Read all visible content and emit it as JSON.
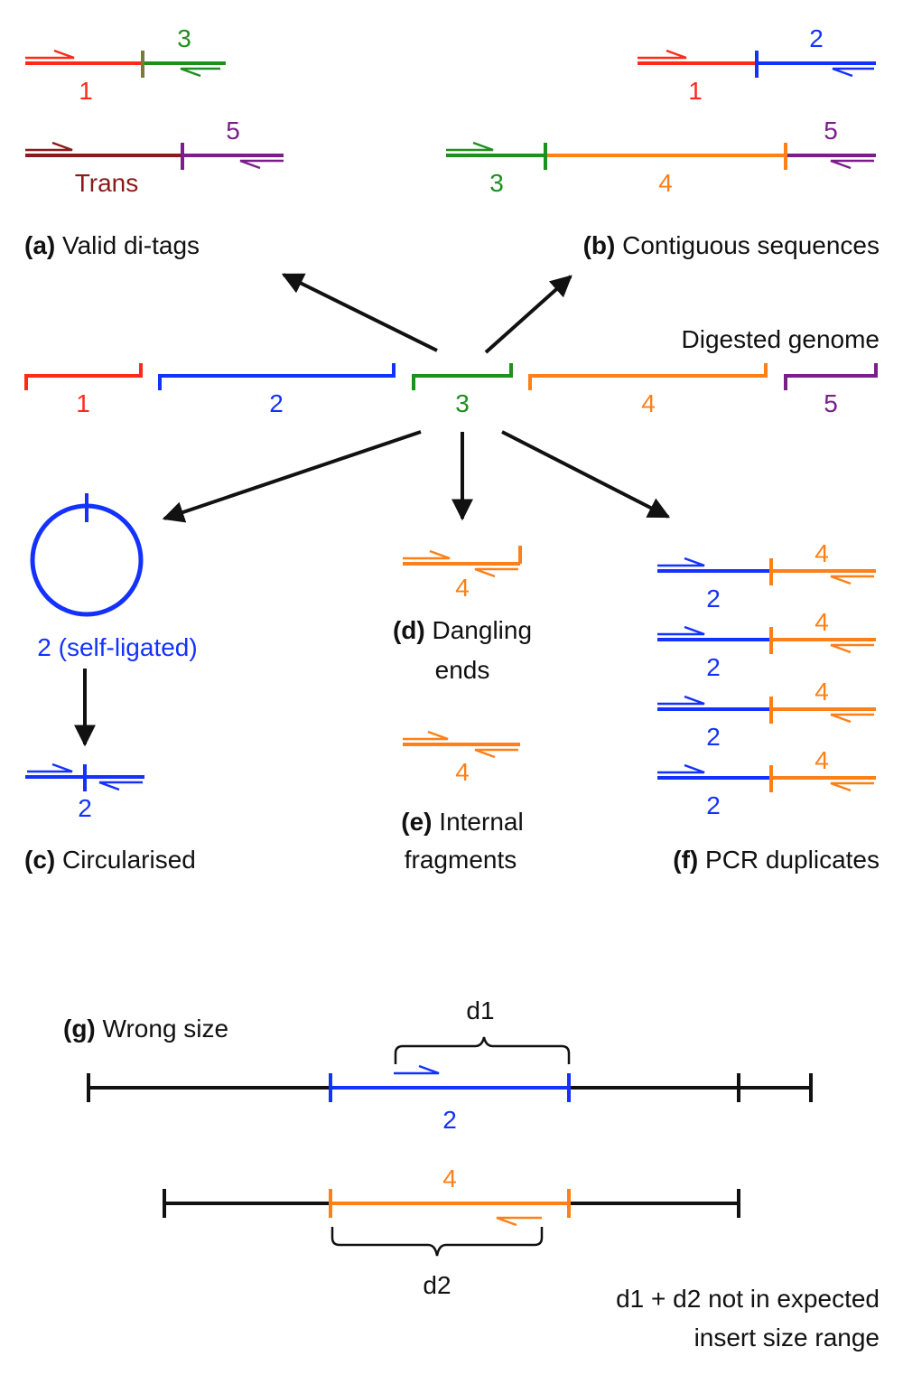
{
  "colors": {
    "frag1": "#ff2a1a",
    "frag2": "#1432ff",
    "frag3": "#1f8f1f",
    "frag4": "#ff8018",
    "frag5": "#7a1f8a",
    "trans": "#8b1a1a",
    "black": "#111111"
  },
  "panels": {
    "a": {
      "letter": "(a)",
      "title": "Valid di-tags"
    },
    "b": {
      "letter": "(b)",
      "title": "Contiguous sequences"
    },
    "c": {
      "letter": "(c)",
      "title": "Circularised"
    },
    "d": {
      "letter": "(d)",
      "title_line1": "Dangling",
      "title_line2": "ends"
    },
    "e": {
      "letter": "(e)",
      "title_line1": "Internal",
      "title_line2": "fragments"
    },
    "f": {
      "letter": "(f)",
      "title": "PCR duplicates"
    },
    "g": {
      "letter": "(g)",
      "title": "Wrong size"
    }
  },
  "genome": {
    "title": "Digested genome",
    "fragments": [
      "1",
      "2",
      "3",
      "4",
      "5"
    ]
  },
  "labels": {
    "trans": "Trans",
    "self_ligated": "2 (self-ligated)",
    "d1": "d1",
    "d2": "d2",
    "note_line1": "d1 + d2 not in expected",
    "note_line2": "insert size range"
  }
}
